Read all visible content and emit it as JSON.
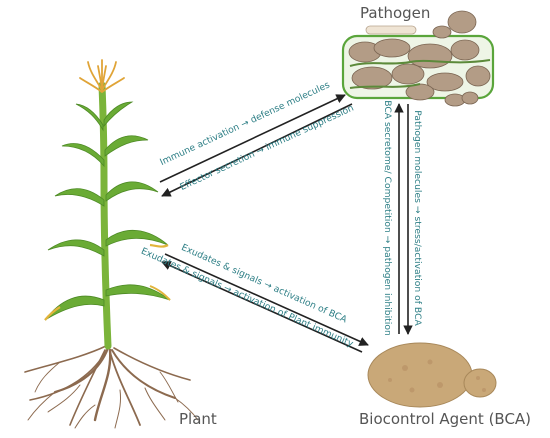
{
  "nodes": {
    "pathogen": "Pathogen",
    "plant": "Plant",
    "bca": "Biocontrol Agent (BCA)"
  },
  "edges": {
    "immune_activation": "Immune activation → defense molecules",
    "effector_secretion": "Effector secretion → immune suppression",
    "exudates_bca": "Exudates & signals → activation of BCA",
    "exudates_plant": "Exudates & signals → activation of Plant immunity",
    "bca_secretome": "BCA secretome/ Competition → pathogen inhibition",
    "pathogen_molecules": "Pathogen molecules → stress/activation of BCA"
  },
  "colors": {
    "edge_text": "#2e7f86",
    "arrow": "#222222",
    "label": "#555555",
    "pathogen_box": "#5aa53b",
    "microbe": "#b39c86",
    "stem": "#7bb43a",
    "root": "#8c6a4f"
  }
}
